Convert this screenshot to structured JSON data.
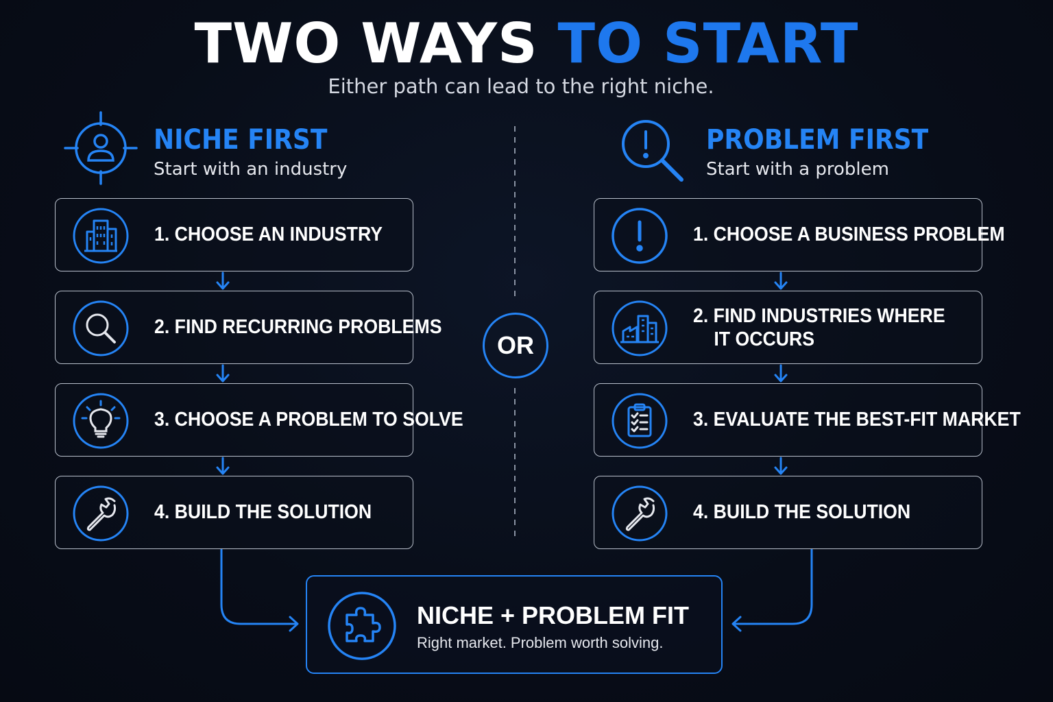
{
  "header": {
    "title_part1": "TWO WAYS",
    "title_part2": "TO START",
    "subtitle": "Either path can lead to the right niche."
  },
  "left_column": {
    "title": "NICHE FIRST",
    "subtitle": "Start with an industry",
    "header_icon": "target-person-icon",
    "steps": [
      {
        "label": "1. CHOOSE AN INDUSTRY",
        "icon": "buildings-icon"
      },
      {
        "label": "2. FIND RECURRING PROBLEMS",
        "icon": "magnifier-icon"
      },
      {
        "label": "3. CHOOSE A PROBLEM TO SOLVE",
        "icon": "lightbulb-icon"
      },
      {
        "label": "4. BUILD THE SOLUTION",
        "icon": "wrench-icon"
      }
    ]
  },
  "divider": {
    "label": "OR"
  },
  "right_column": {
    "title": "PROBLEM FIRST",
    "subtitle": "Start with a problem",
    "header_icon": "magnifier-exclamation-icon",
    "steps": [
      {
        "label": "1. CHOOSE A BUSINESS PROBLEM",
        "icon": "exclamation-icon"
      },
      {
        "label_line1": "2. FIND INDUSTRIES WHERE",
        "label_line2": "IT OCCURS",
        "icon": "factory-icon"
      },
      {
        "label": "3. EVALUATE THE BEST-FIT MARKET",
        "icon": "clipboard-checklist-icon"
      },
      {
        "label": "4. BUILD THE SOLUTION",
        "icon": "wrench-icon"
      }
    ]
  },
  "result": {
    "title": "NICHE + PROBLEM FIT",
    "subtitle": "Right market. Problem worth solving.",
    "icon": "puzzle-piece-icon"
  },
  "colors": {
    "accent": "#2584f5",
    "background": "#080d18",
    "box_border": "#b9c0cc",
    "text": "#ffffff"
  }
}
